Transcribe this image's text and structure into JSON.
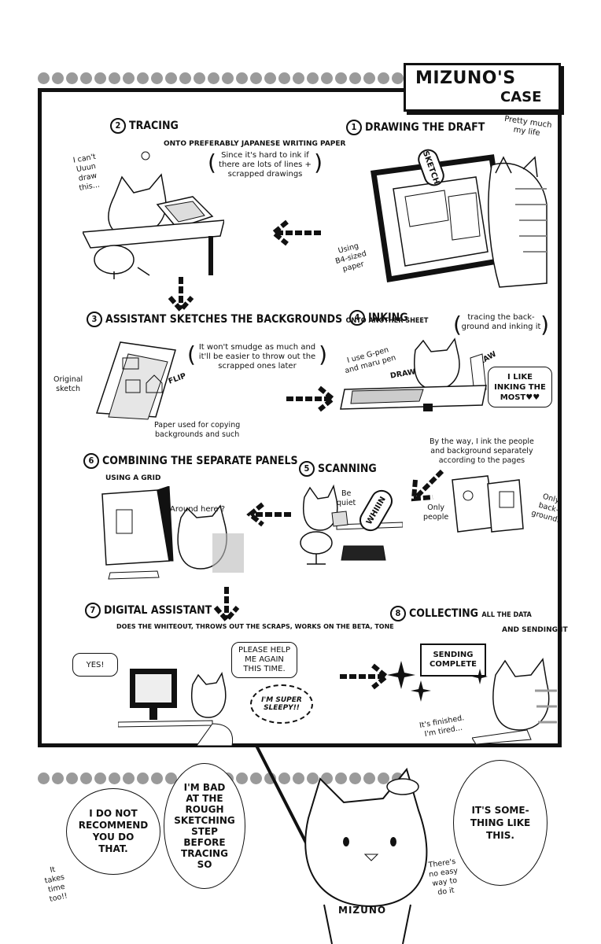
{
  "title": {
    "line1": "MIZUNO'S",
    "line2": "CASE"
  },
  "steps": {
    "s1": {
      "num": "1",
      "label": "DRAWING THE DRAFT"
    },
    "s2": {
      "num": "2",
      "label": "TRACING",
      "sub": "ONTO PREFERABLY JAPANESE WRITING PAPER"
    },
    "s3": {
      "num": "3",
      "label": "ASSISTANT SKETCHES THE BACKGROUNDS",
      "extra": "ONTO ANOTHER SHEET"
    },
    "s4": {
      "num": "4",
      "label": "INKING"
    },
    "s5": {
      "num": "5",
      "label": "SCANNING"
    },
    "s6": {
      "num": "6",
      "label": "COMBINING THE SEPARATE PANELS",
      "sub": "USING A GRID"
    },
    "s7": {
      "num": "7",
      "label": "DIGITAL ASSISTANT",
      "sub": "DOES THE WHITEOUT, THROWS OUT THE SCRAPS, WORKS ON THE BETA, TONE"
    },
    "s8": {
      "num": "8",
      "label": "COLLECTING",
      "extra": "ALL THE DATA",
      "sub": "AND SENDING IT"
    }
  },
  "notes": {
    "pretty_much": "Pretty much\nmy life",
    "sketch_tag": "SKETCH",
    "using_paper": "Using\nB4-sized\npaper",
    "cant_draw": "I can't\nUuun\ndraw\nthis...",
    "tracing_reason": "Since it's hard to ink if\nthere are lots of lines +\nscrapped drawings",
    "assistant_reason": "It won't smudge as much and\nit'll be easier to throw out the\nscrapped ones later",
    "original_sketch": "Original\nsketch",
    "flip": "FLIP",
    "paper_used": "Paper used for copying\nbackgrounds and such",
    "inking_paren": "tracing the back-\nground and inking it",
    "pens": "I use G-pen\nand maru pen",
    "draw1": "DRAW",
    "draw2": "DRAW",
    "like_inking": "I LIKE\nINKING THE\nMOST♥♥",
    "by_the_way": "By the way, I ink the people\nand background separately\naccording to the pages",
    "only_people": "Only\npeople",
    "only_backgrounds": "Only\nback-\ngrounds",
    "be_quiet": "Be\nquiet",
    "whiiin": "WHIIIN",
    "around_here": "Around here ?",
    "yes": "YES!",
    "help_me": "PLEASE HELP\nME AGAIN\nTHIS TIME.",
    "sleepy": "I'M SUPER\nSLEEPY!!",
    "sending_complete": "SENDING\nCOMPLETE",
    "finished": "It's finished.\nI'm tired..."
  },
  "bottom": {
    "do_not_recommend": "I DO NOT\nRECOMMEND\nYOU DO\nTHAT.",
    "bad_at": "I'M BAD\nAT THE\nROUGH\nSKETCHING\nSTEP\nBEFORE\nTRACING\nSO",
    "takes_time": "It\ntakes\ntime\ntoo!!",
    "something_like": "IT'S SOME-\nTHING LIKE\nTHIS.",
    "no_easy_way": "There's\nno easy\nway to\ndo it",
    "mizuno": "MIZUNO"
  }
}
